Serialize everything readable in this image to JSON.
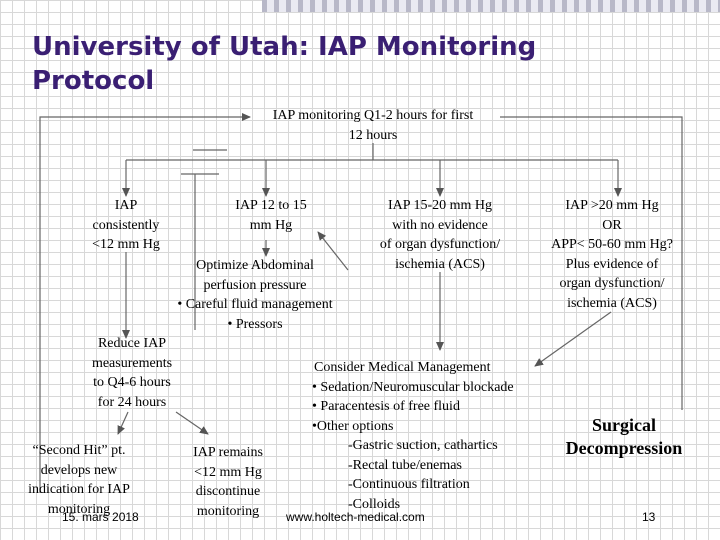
{
  "title": "University of Utah: IAP Monitoring Protocol",
  "root": [
    "IAP monitoring Q1-2 hours for first",
    "12 hours"
  ],
  "branches": {
    "consistent": [
      "IAP",
      "consistently",
      "<12 mm Hg"
    ],
    "mid": [
      "IAP 12 to 15",
      "mm Hg"
    ],
    "high": [
      "IAP 15-20 mm Hg",
      "with no evidence",
      "of organ dysfunction/",
      "ischemia (ACS)"
    ],
    "severe": [
      "IAP >20 mm Hg",
      "OR",
      "APP< 50-60 mm Hg?",
      "Plus evidence of",
      "organ dysfunction/",
      "ischemia (ACS)"
    ]
  },
  "optimize": [
    "Optimize Abdominal",
    "perfusion pressure",
    "• Careful fluid management",
    "• Pressors"
  ],
  "reduce": [
    "Reduce IAP",
    "measurements",
    "to Q4-6 hours",
    "for 24 hours"
  ],
  "second_hit": [
    "“Second Hit” pt.",
    "develops new",
    "indication for IAP",
    "monitoring"
  ],
  "remains": [
    "IAP remains",
    "<12 mm Hg",
    "discontinue",
    "monitoring"
  ],
  "medical": {
    "heading": "Consider Medical Management",
    "bullets": [
      "• Sedation/Neuromuscular blockade",
      "• Paracentesis of free fluid",
      "•Other options"
    ],
    "sub": [
      "-Gastric suction, cathartics",
      "-Rectal tube/enemas",
      "-Continuous filtration",
      "-Colloids"
    ]
  },
  "surgical": [
    "Surgical",
    "Decompression"
  ],
  "footer": {
    "date": "15. mars 2018",
    "url": "www.holtech-medical.com",
    "page": "13"
  },
  "colors": {
    "title": "#3a1f73",
    "lines": "#666666"
  }
}
